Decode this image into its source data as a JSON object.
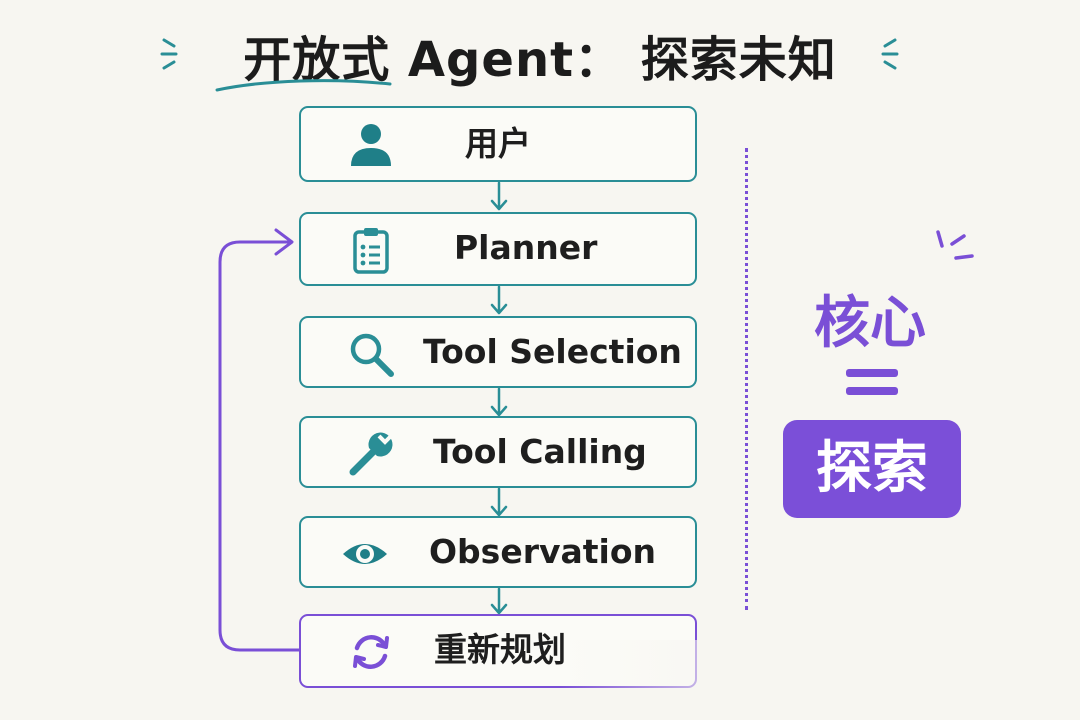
{
  "title": "开放式 Agent： 探索未知",
  "steps": [
    {
      "label": "用户",
      "icon": "user-icon"
    },
    {
      "label": "Planner",
      "icon": "clipboard-icon"
    },
    {
      "label": "Tool Selection",
      "icon": "search-icon"
    },
    {
      "label": "Tool Calling",
      "icon": "wrench-icon"
    },
    {
      "label": "Observation",
      "icon": "eye-icon"
    },
    {
      "label": "重新规划",
      "icon": "refresh-icon"
    }
  ],
  "core": {
    "title": "核心",
    "equals": "=",
    "badge": "探索"
  },
  "colors": {
    "teal": "#2a8e96",
    "purple": "#7a4fd6",
    "text": "#1e1e1e",
    "background": "#f7f6f1"
  }
}
